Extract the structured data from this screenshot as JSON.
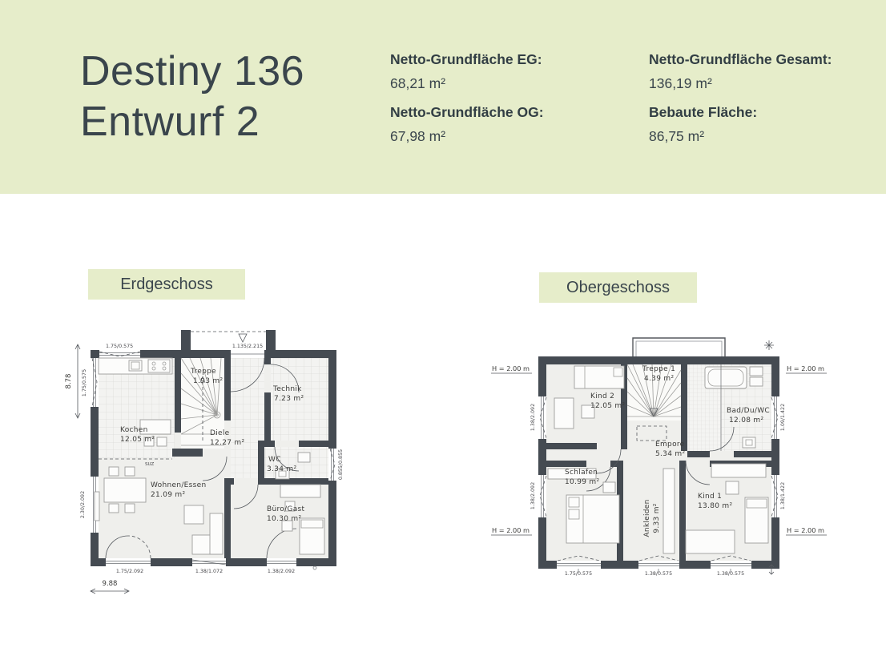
{
  "header": {
    "title_line1": "Destiny 136",
    "title_line2": "Entwurf 2",
    "stats_col1": [
      {
        "label": "Netto-Grundfläche EG:",
        "value": "68,21 m²"
      },
      {
        "label": "Netto-Grundfläche OG:",
        "value": "67,98 m²"
      }
    ],
    "stats_col2": [
      {
        "label": "Netto-Grundfläche Gesamt:",
        "value": "136,19 m²"
      },
      {
        "label": "Bebaute Fläche:",
        "value": "86,75 m²"
      }
    ]
  },
  "colors": {
    "header_bg": "#e6edca",
    "wall": "#454b52",
    "title_text": "#3a454c"
  },
  "eg": {
    "floor_label": "Erdgeschoss",
    "rooms": {
      "treppe": {
        "name": "Treppe",
        "area": "1.93 m²"
      },
      "technik": {
        "name": "Technik",
        "area": "7.23 m²"
      },
      "kochen": {
        "name": "Kochen",
        "area": "12.05 m²"
      },
      "diele": {
        "name": "Diele",
        "area": "12.27 m²"
      },
      "wc": {
        "name": "WC",
        "area": "3.34 m²"
      },
      "wohnen": {
        "name": "Wohnen/Essen",
        "area": "21.09 m²"
      },
      "buero": {
        "name": "Büro/Gast",
        "area": "10.30 m²"
      }
    },
    "dims": {
      "top_window": "1.75/0.575",
      "entrance": "1.135/2.215",
      "left_window": "1.75/0.575",
      "left_total": "8.78",
      "left_terrace": "2.30/2.092",
      "right_window": "0.855/0.855",
      "bottom": [
        "1.75/2.092",
        "1.38/1.072",
        "1.38/2.092"
      ],
      "bottom_total": "9.88",
      "suz": "SUZ"
    }
  },
  "og": {
    "floor_label": "Obergeschoss",
    "rooms": {
      "treppe1": {
        "name": "Treppe 1",
        "area": "4.39 m²"
      },
      "kind2": {
        "name": "Kind 2",
        "area": "12.05 m²"
      },
      "bad": {
        "name": "Bad/Du/WC",
        "area": "12.08 m²"
      },
      "empore": {
        "name": "Empore",
        "area": "5.34 m²"
      },
      "schlafen": {
        "name": "Schlafen",
        "area": "10.99 m²"
      },
      "ankleiden": {
        "name": "Ankleiden",
        "area": "9.33 m²"
      },
      "kind1": {
        "name": "Kind 1",
        "area": "13.80 m²"
      }
    },
    "dims": {
      "height_labels": [
        "H = 2.00 m",
        "H = 2.00 m",
        "H = 2.00 m",
        "H = 2.00 m"
      ],
      "left": [
        "1.38/2.092",
        "1.38/2.092"
      ],
      "right": [
        "1.09/1.422",
        "1.38/1.422"
      ],
      "bottom": [
        "1.75/0.575",
        "1.38/0.575",
        "1.38/0.575"
      ]
    }
  }
}
